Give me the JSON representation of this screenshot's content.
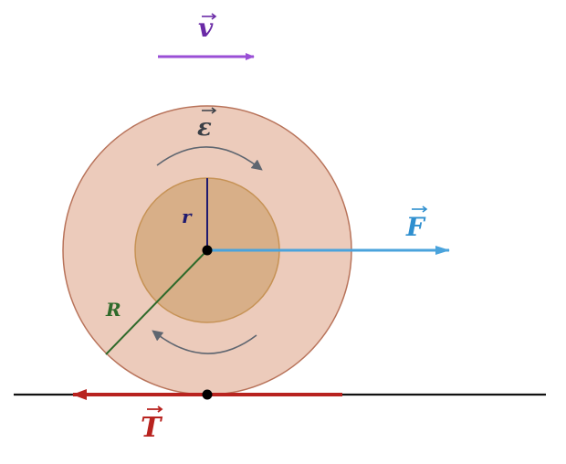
{
  "labels": {
    "velocity": "v",
    "angular_accel": "ε",
    "force": "F",
    "tension": "T",
    "inner_radius": "r",
    "outer_radius": "R"
  },
  "colors": {
    "outer_fill": "#eccbbb",
    "outer_stroke": "#b8735a",
    "inner_fill": "#d8af88",
    "inner_stroke": "#c69255",
    "velocity": "#9a4fd6",
    "velocity_label": "#6a2aa6",
    "force": "#4aa3dc",
    "force_label": "#2f8fcf",
    "tension": "#b8231f",
    "radius_inner": "#1f1a6f",
    "radius_outer": "#2e6a2a",
    "curve_arrow": "#5f6670",
    "ground": "#111111",
    "dot": "#000000"
  },
  "icons": {
    "vector_arrow": "right-arrow-over-letter",
    "rotation": "curved-arrow"
  }
}
